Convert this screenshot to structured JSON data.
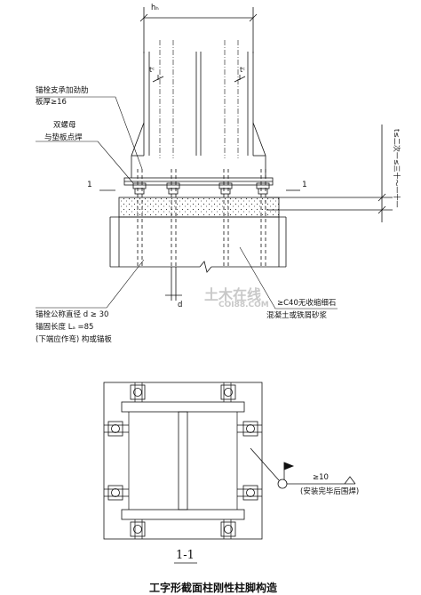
{
  "dimensions": {
    "hc": "hₕ",
    "tc": "tᶜ",
    "d": "d",
    "right_vertical": "t≤二次一≤三十～一十一"
  },
  "labels": {
    "stiffener_line1": "锚栓支承加劲肋",
    "stiffener_line2": "板厚≥16",
    "nut_line1": "双螺母",
    "nut_line2": "与垫板点焊",
    "section_mark_left": "1",
    "section_mark_right": "1",
    "grout_line1": "≥C40无收缩细石",
    "grout_line2": "混凝土或铁屑砂浆",
    "bolt_line1": "锚栓公称直径 d ≥ 30",
    "bolt_line2": "锚固长度 Lₐ  =85",
    "bolt_line3": "(下端应作弯) 构或锚板",
    "weld_size": "≥10",
    "weld_note": "(安装完毕后围焊)"
  },
  "watermark": {
    "brand": "土木在线",
    "site": "COI88.COM"
  },
  "section_title": "1-1",
  "drawing_title": "工字形截面柱刚性柱脚构造"
}
